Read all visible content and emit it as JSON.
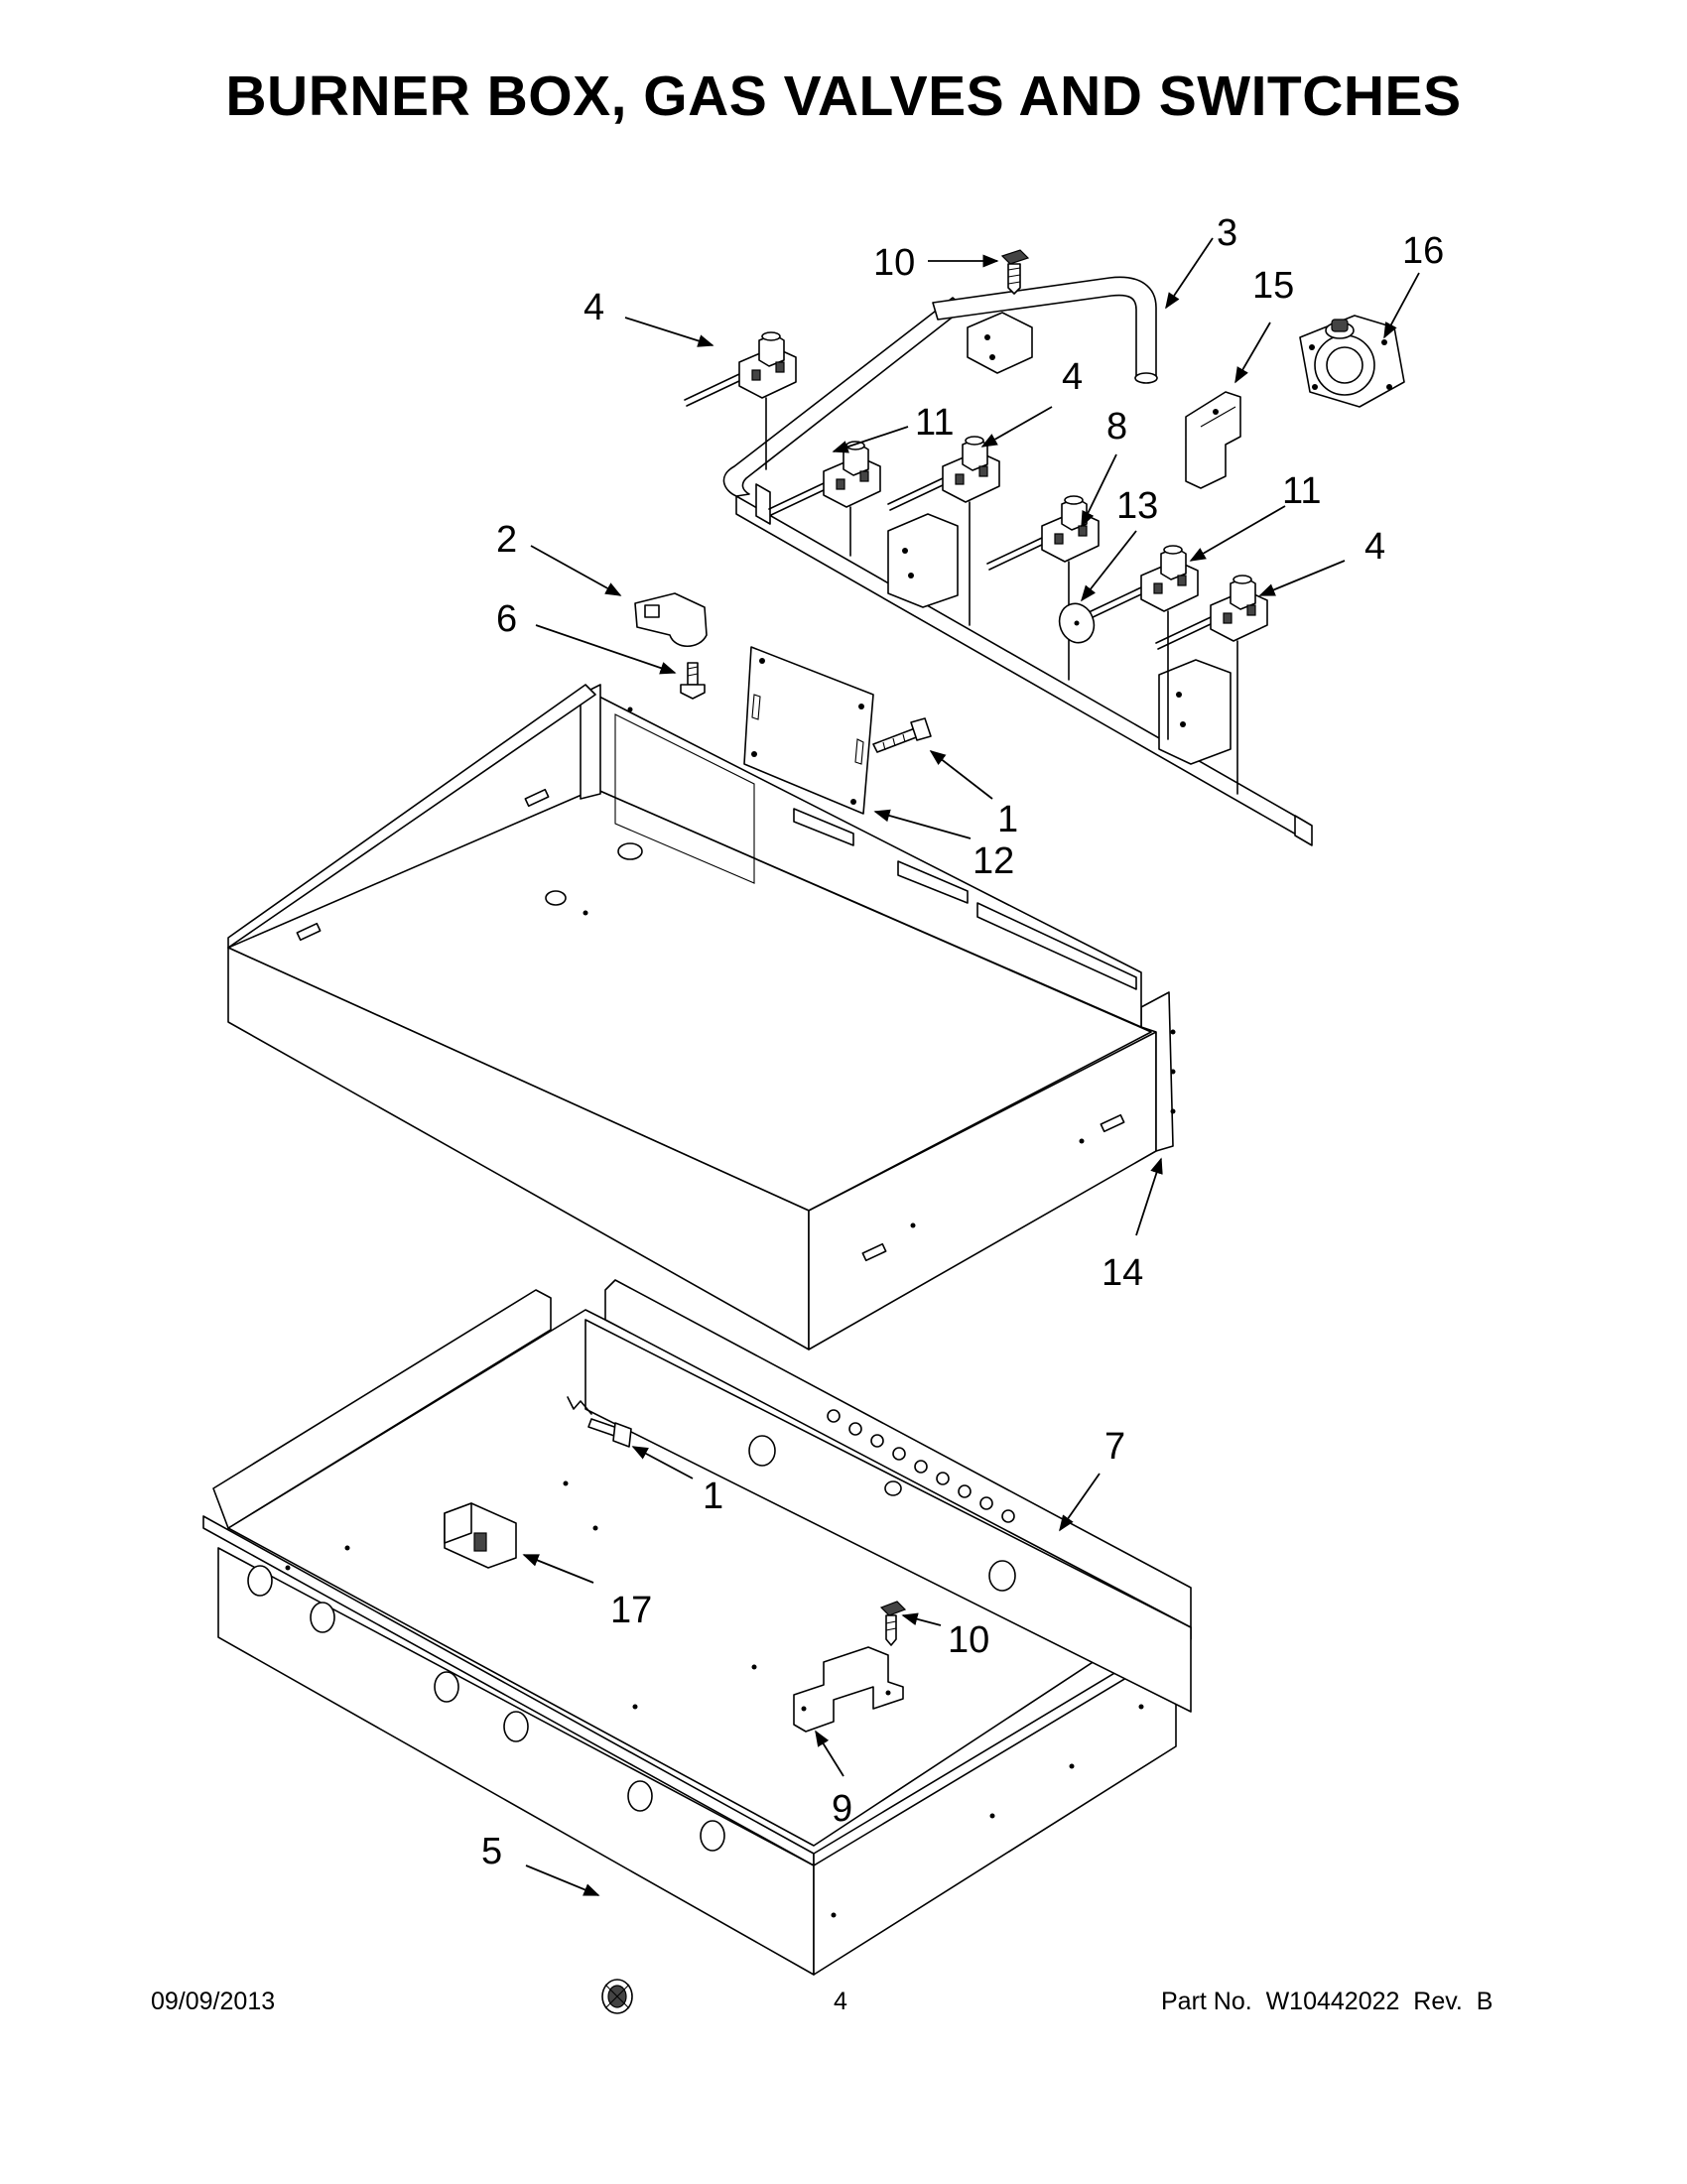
{
  "title": "BURNER BOX, GAS VALVES AND SWITCHES",
  "callouts": [
    {
      "id": "c-10-top",
      "label": "10"
    },
    {
      "id": "c-3",
      "label": "3"
    },
    {
      "id": "c-16",
      "label": "16"
    },
    {
      "id": "c-15",
      "label": "15"
    },
    {
      "id": "c-4-a",
      "label": "4"
    },
    {
      "id": "c-11-a",
      "label": "11"
    },
    {
      "id": "c-4-b",
      "label": "4"
    },
    {
      "id": "c-8",
      "label": "8"
    },
    {
      "id": "c-13",
      "label": "13"
    },
    {
      "id": "c-11-b",
      "label": "11"
    },
    {
      "id": "c-4-c",
      "label": "4"
    },
    {
      "id": "c-2",
      "label": "2"
    },
    {
      "id": "c-6",
      "label": "6"
    },
    {
      "id": "c-1-a",
      "label": "1"
    },
    {
      "id": "c-12",
      "label": "12"
    },
    {
      "id": "c-14",
      "label": "14"
    },
    {
      "id": "c-7",
      "label": "7"
    },
    {
      "id": "c-1-b",
      "label": "1"
    },
    {
      "id": "c-17",
      "label": "17"
    },
    {
      "id": "c-10-b",
      "label": "10"
    },
    {
      "id": "c-9",
      "label": "9"
    },
    {
      "id": "c-5",
      "label": "5"
    }
  ],
  "footer": {
    "date": "09/09/2013",
    "page": "4",
    "part_no": "Part No.  W10442022  Rev.  B"
  }
}
